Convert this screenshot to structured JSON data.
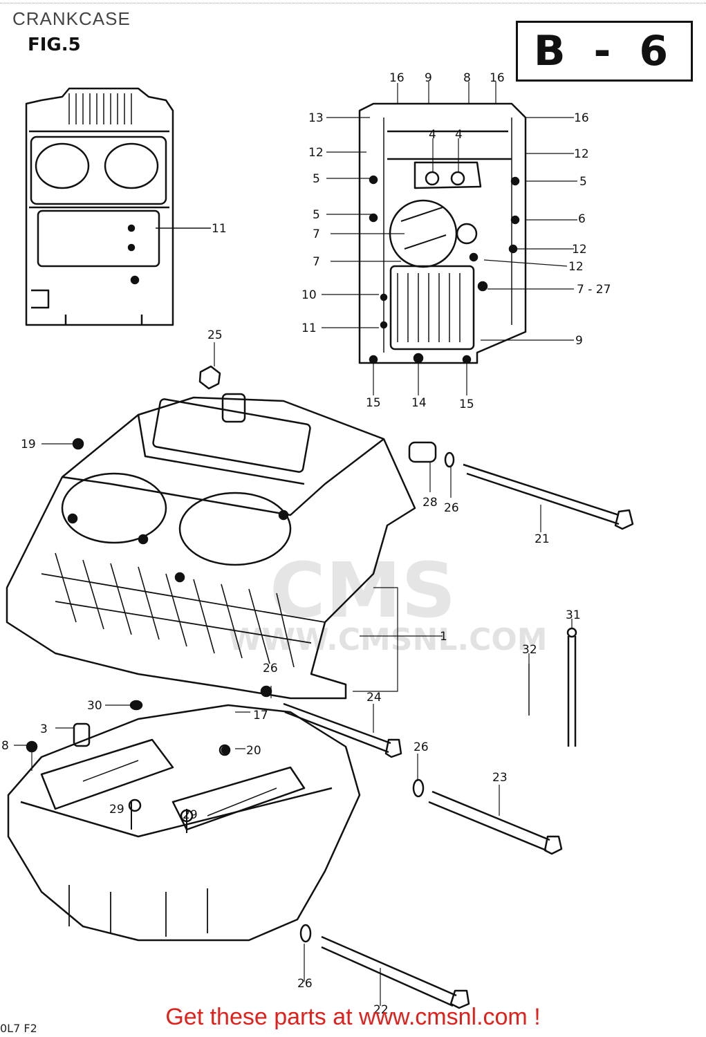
{
  "header": {
    "title": "CRANKCASE",
    "figure": "FIG.5",
    "page_code": "B - 6"
  },
  "watermark": {
    "logo": "CMS",
    "url": "WWW.CMSNL.COM"
  },
  "footer": {
    "code": "0L7 F2",
    "cta": "Get these parts at www.cmsnl.com !"
  },
  "callouts": {
    "c16a": "16",
    "c9a": "9",
    "c8a": "8",
    "c16b": "16",
    "c13": "13",
    "c16c": "16",
    "c4a": "4",
    "c4b": "4",
    "c12a": "12",
    "c12b": "12",
    "c5a": "5",
    "c5b": "5",
    "c5c": "5",
    "c6": "6",
    "c7a": "7",
    "c12c": "12",
    "c7b": "7",
    "c12d": "12",
    "c7_27": "7 - 27",
    "c10": "10",
    "c11a": "11",
    "c9b": "9",
    "c11b": "11",
    "c15a": "15",
    "c14": "14",
    "c15b": "15",
    "c25": "25",
    "c19": "19",
    "c28": "28",
    "c26a": "26",
    "c21": "21",
    "c1": "1",
    "c31": "31",
    "c32": "32",
    "c26b": "26",
    "c24": "24",
    "c30": "30",
    "c17": "17",
    "c3": "3",
    "c8b": "8",
    "c20": "20",
    "c26c": "26",
    "c23": "23",
    "c29a": "29",
    "c29b": "29",
    "c26d": "26",
    "c22": "22"
  }
}
